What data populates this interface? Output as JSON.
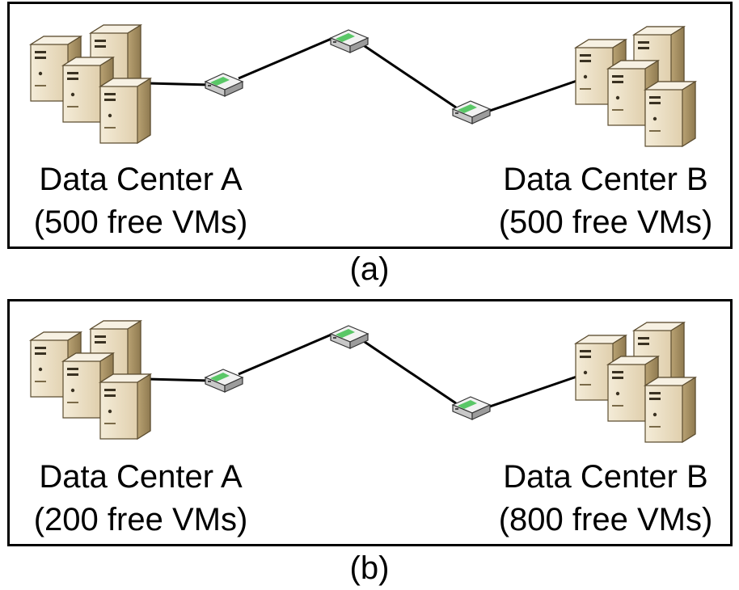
{
  "panels": [
    {
      "caption": "(a)",
      "dc_a": {
        "name": "Data Center A",
        "capacity": "(500 free VMs)"
      },
      "dc_b": {
        "name": "Data Center B",
        "capacity": "(500 free VMs)"
      }
    },
    {
      "caption": "(b)",
      "dc_a": {
        "name": "Data Center A",
        "capacity": "(200 free VMs)"
      },
      "dc_b": {
        "name": "Data Center B",
        "capacity": "(800 free VMs)"
      }
    }
  ],
  "icons": {
    "server": "server-tower-icon",
    "router": "network-router-icon"
  },
  "colors": {
    "server_body": "#e9dcc0",
    "server_shade": "#c9b48a",
    "router_body": "#dcdcdc",
    "router_led": "#3fbf4f",
    "link": "#000000"
  }
}
